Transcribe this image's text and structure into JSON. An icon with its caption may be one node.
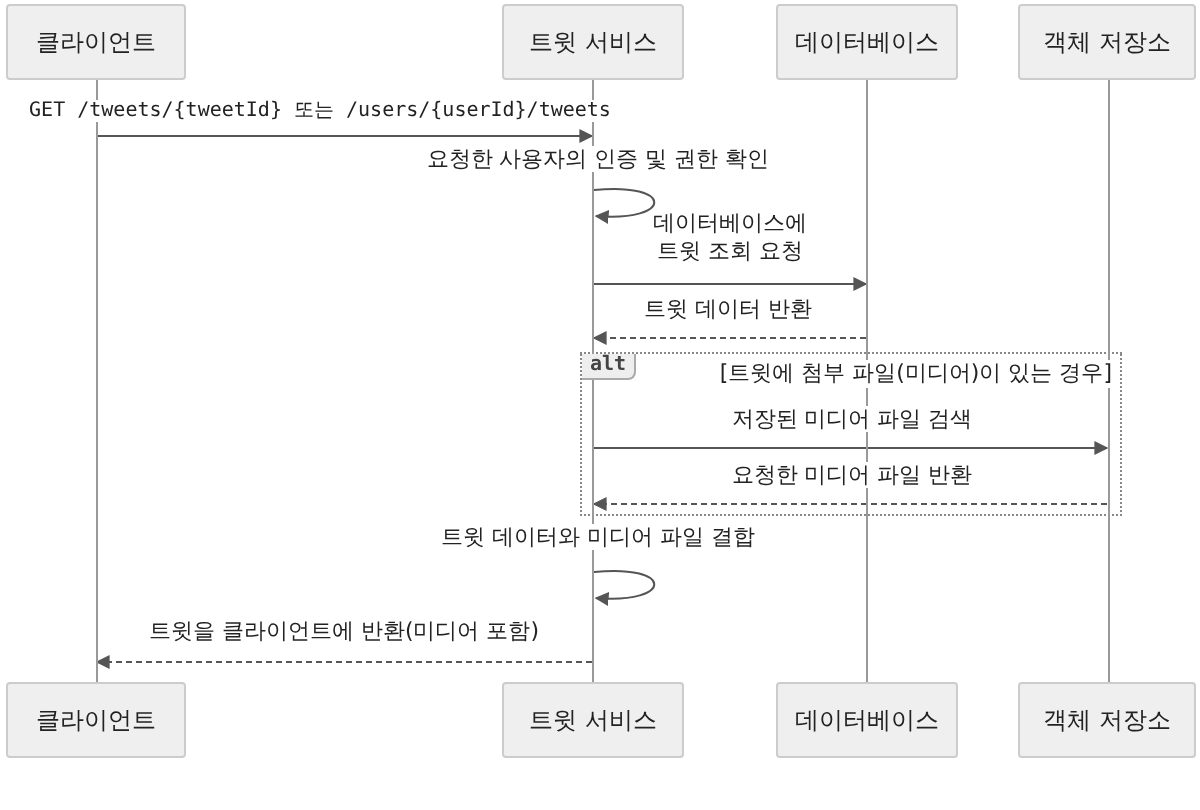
{
  "diagram": {
    "nodes": [
      {
        "text": [
          "클라이언트"
        ]
      },
      {
        "text": [
          "트윗 서비스"
        ]
      },
      {
        "text": [
          "데이터베이스"
        ]
      },
      {
        "text": [
          "객체 저장소"
        ]
      },
      {
        "text": [],
        "shape": "bar"
      },
      {
        "text": [],
        "shape": "bar"
      },
      {
        "text": [],
        "shape": "bar"
      },
      {
        "text": [],
        "shape": "bar"
      },
      {
        "text": [
          "클라이언트"
        ]
      },
      {
        "text": [
          "트윗 서비스"
        ]
      },
      {
        "text": [
          "데이터베이스"
        ]
      },
      {
        "text": [
          "객체 저장소"
        ]
      }
    ],
    "edges": [
      {
        "from": 4,
        "to": 5,
        "arrow": "to",
        "label": "GET /tweets/{tweetId} 또는 /users/{userId}/tweets"
      },
      {
        "from": 5,
        "to": 5,
        "arrow": "to",
        "label": "요청한 사용자의 인증 및 권한 확인"
      },
      {
        "from": 5,
        "to": 6,
        "arrow": "to",
        "label": "데이터베이스에 트윗 조회 요청"
      },
      {
        "from": 6,
        "to": 5,
        "arrow": "to",
        "label": "트윗 데이터 반환",
        "style": "dashed"
      },
      {
        "from": 5,
        "to": 7,
        "arrow": "to",
        "label": "저장된 미디어 파일 검색"
      },
      {
        "from": 7,
        "to": 5,
        "arrow": "to",
        "label": "요청한 미디어 파일 반환",
        "style": "dashed"
      },
      {
        "from": 5,
        "to": 5,
        "arrow": "to",
        "label": "트윗 데이터와 미디어 파일 결합"
      },
      {
        "from": 5,
        "to": 4,
        "arrow": "to",
        "label": "트윗을 클라이언트에 반환(미디어 포함)",
        "style": "dashed"
      }
    ],
    "labels": [
      "alt",
      "[트윗에 첨부 파일(미디어)이 있는 경우]"
    ]
  }
}
